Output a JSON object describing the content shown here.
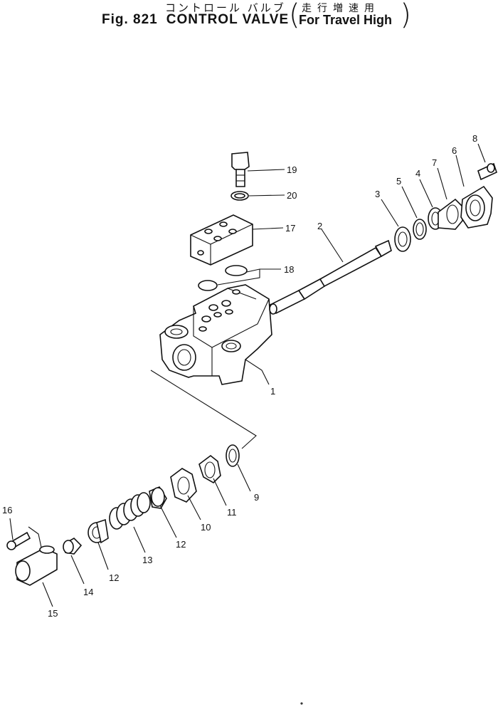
{
  "title": {
    "japanese": "コントロール バルブ",
    "figure": "Fig. 821",
    "name": "CONTROL VALVE",
    "qualifier_jp": "走行増速用",
    "qualifier_en": "For Travel High"
  },
  "part_numbers": [
    {
      "id": "p1",
      "label": "1"
    },
    {
      "id": "p2",
      "label": "2"
    },
    {
      "id": "p3",
      "label": "3"
    },
    {
      "id": "p4",
      "label": "4"
    },
    {
      "id": "p5",
      "label": "5"
    },
    {
      "id": "p6",
      "label": "6"
    },
    {
      "id": "p7",
      "label": "7"
    },
    {
      "id": "p8",
      "label": "8"
    },
    {
      "id": "p9",
      "label": "9"
    },
    {
      "id": "p10",
      "label": "10"
    },
    {
      "id": "p11",
      "label": "11"
    },
    {
      "id": "p12a",
      "label": "12"
    },
    {
      "id": "p12b",
      "label": "12"
    },
    {
      "id": "p13",
      "label": "13"
    },
    {
      "id": "p14",
      "label": "14"
    },
    {
      "id": "p15",
      "label": "15"
    },
    {
      "id": "p16",
      "label": "16"
    },
    {
      "id": "p17",
      "label": "17"
    },
    {
      "id": "p18",
      "label": "18"
    },
    {
      "id": "p19",
      "label": "19"
    },
    {
      "id": "p20",
      "label": "20"
    }
  ]
}
